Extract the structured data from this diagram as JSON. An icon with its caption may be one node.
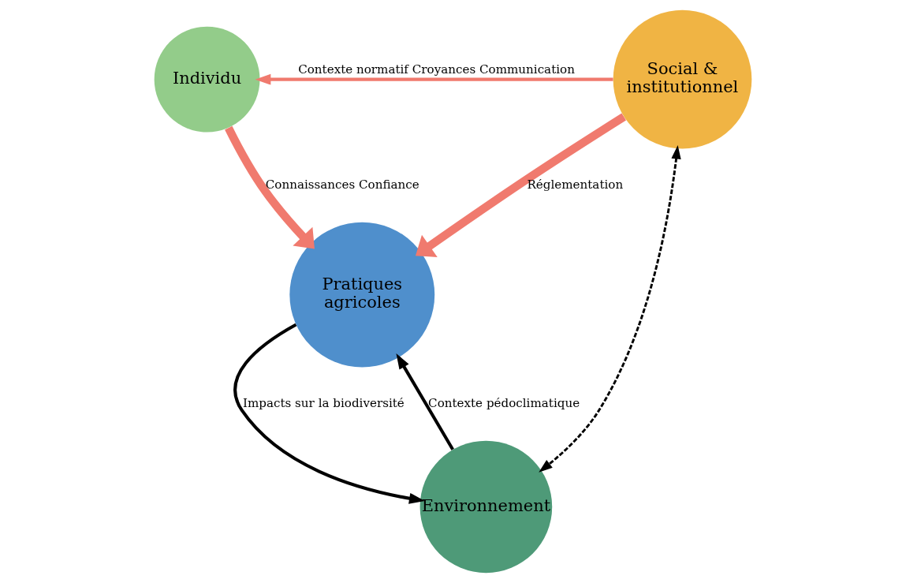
{
  "diagram": {
    "nodes": [
      {
        "text": [
          "Individu"
        ]
      },
      {
        "text": [
          "Social & institutionnel"
        ]
      },
      {
        "text": [
          "Pratiques agricoles"
        ]
      },
      {
        "text": [
          "Environnement"
        ]
      }
    ],
    "edges": [
      {
        "from": 1,
        "to": 0,
        "arrow": "to",
        "label": "Contexte normatif Croyances Communication",
        "color": "#f07a6e"
      },
      {
        "from": 0,
        "to": 2,
        "arrow": "to",
        "label": "Connaissances Confiance",
        "style": "thick",
        "color": "#f07a6e"
      },
      {
        "from": 1,
        "to": 2,
        "arrow": "to",
        "label": "Réglementation",
        "style": "thick",
        "color": "#f07a6e"
      },
      {
        "from": 3,
        "to": 2,
        "arrow": "to",
        "label": "Contexte pédoclimatique",
        "color": "#000000"
      },
      {
        "from": 2,
        "to": 3,
        "arrow": "to",
        "label": "Impacts sur la biodiversité",
        "color": "#000000"
      },
      {
        "from": 1,
        "to": 3,
        "arrow": "both",
        "style": "dashed",
        "color": "#000000"
      }
    ]
  }
}
